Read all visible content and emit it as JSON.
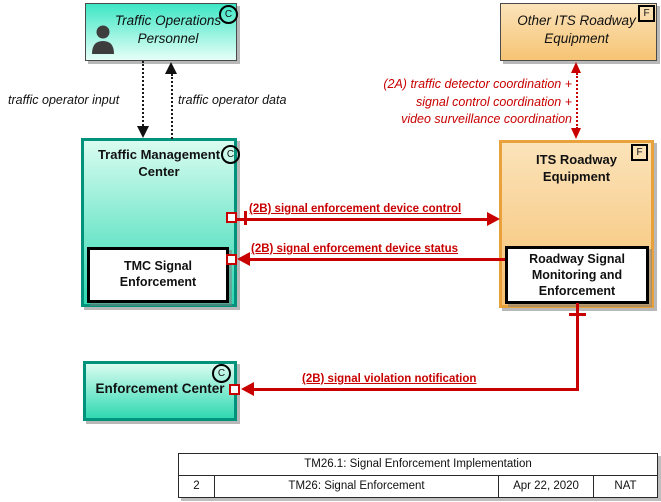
{
  "colors": {
    "teal_border": "#00927A",
    "teal_gradient_light": "#D9FCF0",
    "teal_gradient_dark": "#2FD8B2",
    "orange_border": "#E9A23B",
    "orange_gradient_light": "#FBE3BA",
    "orange_gradient_dark": "#F6C170",
    "flow_red": "#C80000"
  },
  "nodes": {
    "traffic_operations_personnel": {
      "label": "Traffic Operations Personnel",
      "badge": "C"
    },
    "other_its_roadway_equipment": {
      "label": "Other ITS Roadway Equipment",
      "badge": "F"
    },
    "traffic_management_center": {
      "label": "Traffic Management Center",
      "badge": "C"
    },
    "tmc_signal_enforcement": {
      "label": "TMC Signal Enforcement"
    },
    "its_roadway_equipment": {
      "label": "ITS Roadway Equipment",
      "badge": "F"
    },
    "roadway_signal_monitoring_and_enforcement": {
      "label": "Roadway Signal Monitoring and Enforcement"
    },
    "enforcement_center": {
      "label": "Enforcement Center",
      "badge": "C"
    }
  },
  "flows": {
    "traffic_operator_input": {
      "label": "traffic operator input"
    },
    "traffic_operator_data": {
      "label": "traffic operator data"
    },
    "coordination_2a": {
      "lines": [
        "(2A) traffic detector coordination +",
        "signal control coordination +",
        "video surveillance coordination"
      ]
    },
    "device_control_2b": {
      "label": "(2B) signal enforcement device control"
    },
    "device_status_2b": {
      "label": "(2B) signal enforcement device status"
    },
    "violation_notification_2b": {
      "label": "(2B) signal violation notification"
    }
  },
  "footer_table": {
    "title": "TM26.1: Signal Enforcement Implementation",
    "row": {
      "number": "2",
      "name": "TM26: Signal Enforcement",
      "date": "Apr 22, 2020",
      "region": "NAT"
    }
  }
}
